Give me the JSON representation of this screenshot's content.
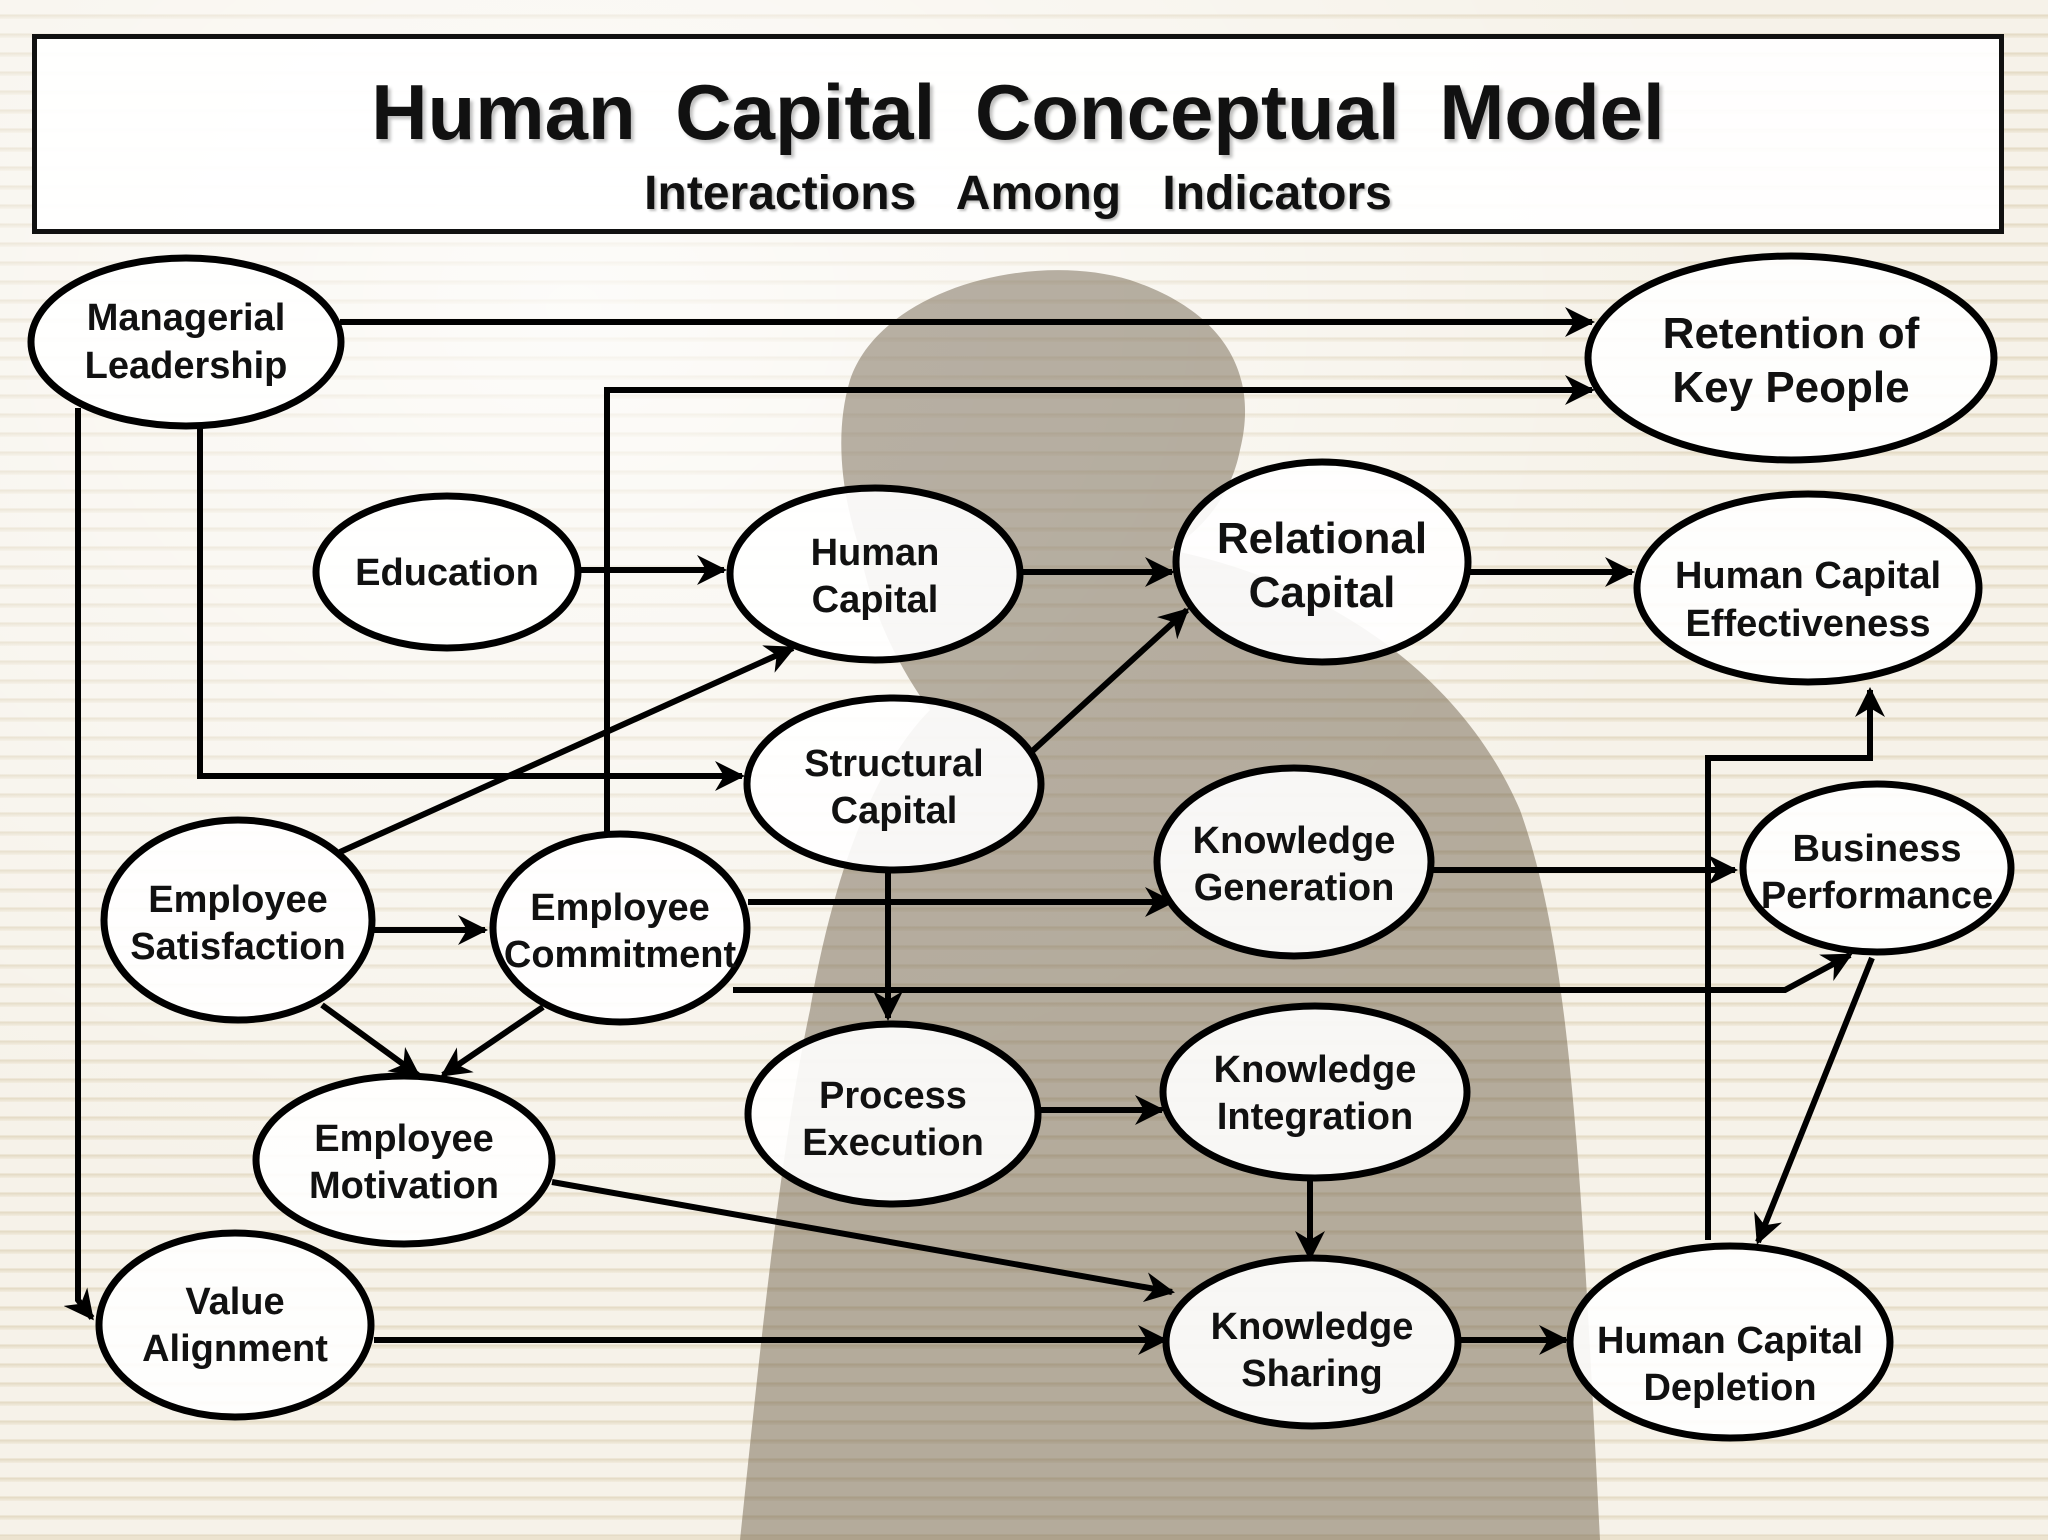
{
  "header": {
    "title": "Human Capital  Conceptual  Model",
    "subtitle": "Interactions   Among    Indicators"
  },
  "nodes": {
    "managerial_leadership": [
      "Managerial",
      "Leadership"
    ],
    "retention": [
      "Retention of",
      "Key People"
    ],
    "education": [
      "Education"
    ],
    "human_capital": [
      "Human",
      "Capital"
    ],
    "relational_capital": [
      "Relational",
      "Capital"
    ],
    "hc_effectiveness": [
      "Human Capital",
      "Effectiveness"
    ],
    "structural_capital": [
      "Structural",
      "Capital"
    ],
    "knowledge_generation": [
      "Knowledge",
      "Generation"
    ],
    "business_performance": [
      "Business",
      "Performance"
    ],
    "employee_satisfaction": [
      "Employee",
      "Satisfaction"
    ],
    "employee_commitment": [
      "Employee",
      "Commitment"
    ],
    "employee_motivation": [
      "Employee",
      "Motivation"
    ],
    "process_execution": [
      "Process",
      "Execution"
    ],
    "knowledge_integration": [
      "Knowledge",
      "Integration"
    ],
    "value_alignment": [
      "Value",
      "Alignment"
    ],
    "knowledge_sharing": [
      "Knowledge",
      "Sharing"
    ],
    "hc_depletion": [
      "Human Capital",
      "Depletion"
    ]
  },
  "edges": [
    {
      "from": "managerial_leadership",
      "to": "retention"
    },
    {
      "from": "managerial_leadership",
      "to": "structural_capital"
    },
    {
      "from": "managerial_leadership",
      "to": "value_alignment"
    },
    {
      "from": "employee_commitment",
      "to": "retention"
    },
    {
      "from": "education",
      "to": "human_capital"
    },
    {
      "from": "human_capital",
      "to": "relational_capital"
    },
    {
      "from": "relational_capital",
      "to": "hc_effectiveness"
    },
    {
      "from": "structural_capital",
      "to": "relational_capital"
    },
    {
      "from": "structural_capital",
      "to": "process_execution"
    },
    {
      "from": "employee_satisfaction",
      "to": "human_capital"
    },
    {
      "from": "employee_satisfaction",
      "to": "employee_commitment"
    },
    {
      "from": "employee_satisfaction",
      "to": "employee_motivation"
    },
    {
      "from": "employee_commitment",
      "to": "employee_motivation"
    },
    {
      "from": "employee_commitment",
      "to": "knowledge_generation"
    },
    {
      "from": "employee_commitment",
      "to": "business_performance"
    },
    {
      "from": "knowledge_generation",
      "to": "business_performance"
    },
    {
      "from": "process_execution",
      "to": "knowledge_integration"
    },
    {
      "from": "knowledge_integration",
      "to": "knowledge_sharing"
    },
    {
      "from": "employee_motivation",
      "to": "knowledge_sharing"
    },
    {
      "from": "value_alignment",
      "to": "knowledge_sharing"
    },
    {
      "from": "knowledge_sharing",
      "to": "hc_depletion"
    },
    {
      "from": "business_performance",
      "to": "hc_depletion"
    },
    {
      "from": "hc_depletion",
      "to": "hc_effectiveness"
    }
  ]
}
